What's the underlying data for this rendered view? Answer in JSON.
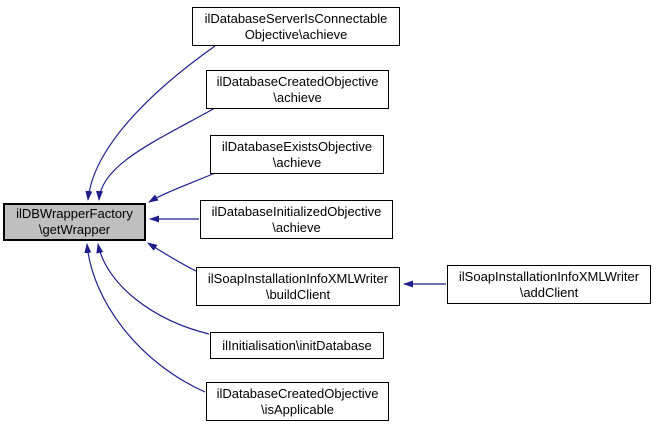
{
  "diagram": {
    "type": "caller-graph",
    "colors": {
      "edge": "#1f1f8c",
      "node_fill": "#ffffff",
      "node_border": "#000000",
      "target_fill": "#bfbfbf",
      "background": "#ffffff"
    },
    "nodes": {
      "target": {
        "line1": "ilDBWrapperFactory",
        "line2": "\\getWrapper"
      },
      "server_connectable": {
        "line1": "ilDatabaseServerIsConnectable",
        "line2": "Objective\\achieve"
      },
      "created_achieve": {
        "line1": "ilDatabaseCreatedObjective",
        "line2": "\\achieve"
      },
      "exists_achieve": {
        "line1": "ilDatabaseExistsObjective",
        "line2": "\\achieve"
      },
      "initialized_achieve": {
        "line1": "ilDatabaseInitializedObjective",
        "line2": "\\achieve"
      },
      "build_client": {
        "line1": "ilSoapInstallationInfoXMLWriter",
        "line2": "\\buildClient"
      },
      "init_database": {
        "line1": "ilInitialisation\\initDatabase"
      },
      "is_applicable": {
        "line1": "ilDatabaseCreatedObjective",
        "line2": "\\isApplicable"
      },
      "add_client": {
        "line1": "ilSoapInstallationInfoXMLWriter",
        "line2": "\\addClient"
      }
    },
    "edges": [
      {
        "from": "ilDatabaseServerIsConnectableObjective\\achieve",
        "to": "ilDBWrapperFactory\\getWrapper"
      },
      {
        "from": "ilDatabaseCreatedObjective\\achieve",
        "to": "ilDBWrapperFactory\\getWrapper"
      },
      {
        "from": "ilDatabaseExistsObjective\\achieve",
        "to": "ilDBWrapperFactory\\getWrapper"
      },
      {
        "from": "ilDatabaseInitializedObjective\\achieve",
        "to": "ilDBWrapperFactory\\getWrapper"
      },
      {
        "from": "ilSoapInstallationInfoXMLWriter\\buildClient",
        "to": "ilDBWrapperFactory\\getWrapper"
      },
      {
        "from": "ilInitialisation\\initDatabase",
        "to": "ilDBWrapperFactory\\getWrapper"
      },
      {
        "from": "ilDatabaseCreatedObjective\\isApplicable",
        "to": "ilDBWrapperFactory\\getWrapper"
      },
      {
        "from": "ilSoapInstallationInfoXMLWriter\\addClient",
        "to": "ilSoapInstallationInfoXMLWriter\\buildClient"
      }
    ]
  }
}
